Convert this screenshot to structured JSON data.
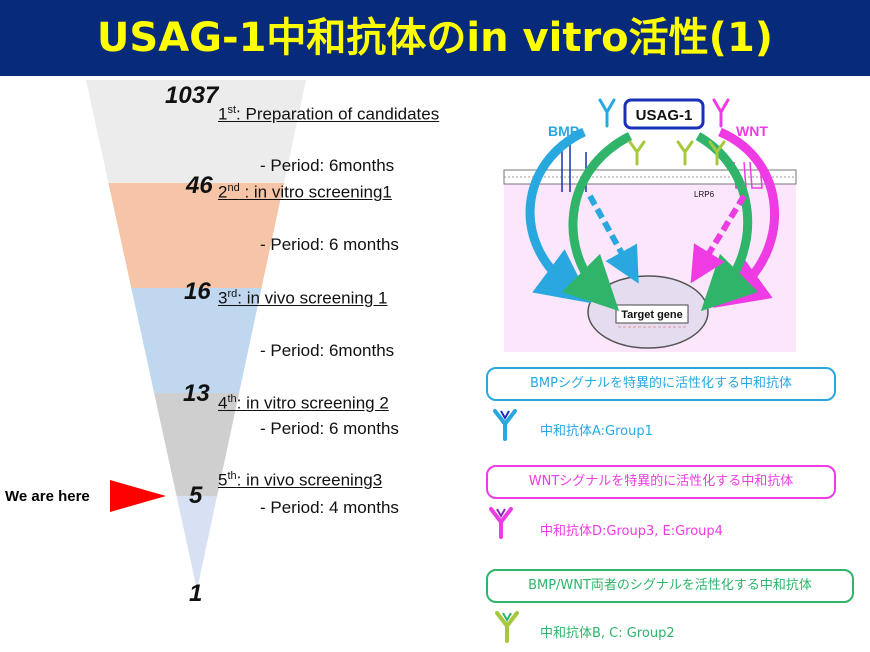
{
  "title": "USAG-1中和抗体のin vitro活性(1)",
  "colors": {
    "banner": "#082a7a",
    "title": "#ffff00",
    "bmp": "#29a8e0",
    "wnt": "#ee3be3",
    "both": "#2fb46a",
    "antibody_b": "#a6c83c",
    "pointer": "#ff0000"
  },
  "funnel": {
    "counts": [
      "1037",
      "46",
      "16",
      "13",
      "5",
      "1"
    ],
    "stages": [
      {
        "ord": "1",
        "sup": "st",
        "text": ": Preparation of candidates"
      },
      {
        "ord": "2",
        "sup": "nd",
        "text": " : in vitro screening1"
      },
      {
        "ord": "3",
        "sup": "rd",
        "text": ":   in vivo screening 1"
      },
      {
        "ord": "4",
        "sup": "th",
        "text": ": in vitro screening 2"
      },
      {
        "ord": "5",
        "sup": "th",
        "text": ": in vivo screening3"
      }
    ],
    "periods": [
      "- Period:  6months",
      "- Period:  6 months",
      "- Period:  6months",
      "- Period:  6 months",
      "- Period:  4 months"
    ],
    "marker": "We are here"
  },
  "diagram": {
    "usag": "USAG-1",
    "bmp": "BMP",
    "wnt": "WNT",
    "lrp": "LRP6",
    "target": "Target gene"
  },
  "legend": [
    {
      "box": "BMPシグナルを特異的に活性化する中和抗体",
      "label": "中和抗体A:Group1",
      "icon": "antibody-icon-blue"
    },
    {
      "box": "WNTシグナルを特異的に活性化する中和抗体",
      "label": "中和抗体D:Group3, E:Group4",
      "icon": "antibody-icon-magenta"
    },
    {
      "box": "BMP/WNT両者のシグナルを活性化する中和抗体",
      "label": "中和抗体B, C: Group2",
      "icon": "antibody-icon-green"
    }
  ]
}
